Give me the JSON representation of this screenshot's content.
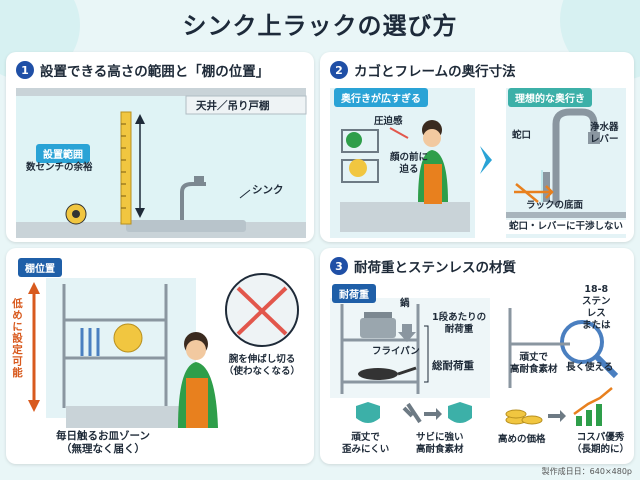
{
  "title": "シンク上ラックの選び方",
  "footer": "製作成日日：640×480p",
  "panel1": {
    "num": "1",
    "title": "設置できる高さの範囲と「棚の位置」",
    "ceiling_label": "天井／吊り戸棚",
    "range_tag": "設置範囲",
    "range_note": "数センチの余裕",
    "sink_label": "シンク"
  },
  "panel2": {
    "num": "2",
    "title": "カゴとフレームの奥行寸法",
    "bad_tag": "奥行きが広すぎる",
    "good_tag": "理想的な奥行き",
    "pressure": "圧迫感",
    "face_line1": "顔の前に",
    "face_line2": "迫る",
    "faucet": "蛇口",
    "lever_line1": "浄水器",
    "lever_line2": "レバー",
    "rack_bottom": "ラックの底面",
    "no_interfere": "蛇口・レバーに干渉しない"
  },
  "panel_shelf": {
    "tag": "棚位置",
    "vertical": "低めに設定可能",
    "reach_line1": "腕を伸ばし切る",
    "reach_line2": "（使わなくなる）",
    "zone_line1": "毎日触るお皿ゾーン",
    "zone_line2": "（無理なく届く）"
  },
  "panel3": {
    "num": "3",
    "title": "耐荷重とステンレスの材質",
    "load_tag": "耐荷重",
    "pot": "鍋",
    "per_shelf_line1": "1段あたりの",
    "per_shelf_line2": "耐荷重",
    "pan": "フライパン",
    "total_load": "総耐荷重",
    "steel_line1": "18-8",
    "steel_line2": "ステン",
    "steel_line3": "レス",
    "steel_line4": "または",
    "sturdy_line1": "頑丈で",
    "sturdy_line2": "高耐食素材",
    "long_use": "長く使える",
    "no_warp_line1": "頑丈で",
    "no_warp_line2": "歪みにくい",
    "rust_line1": "サビに強い",
    "rust_line2": "高耐食素材",
    "price": "高めの価格",
    "value_line1": "コスパ優秀",
    "value_line2": "（長期的に）"
  },
  "colors": {
    "accent_blue": "#1f4fa6",
    "tag_blue": "#2aa3d6",
    "orange": "#e8801e",
    "green": "#2e9e4a",
    "red": "#e2574c"
  }
}
